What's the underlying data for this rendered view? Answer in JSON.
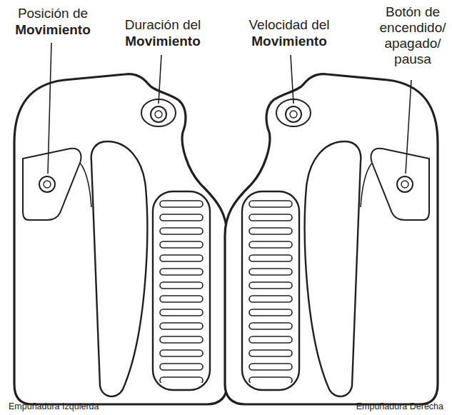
{
  "diagram": {
    "labels": [
      "Posición de",
      "Movimiento",
      "Duración del",
      "Movimiento",
      "Velocidad del",
      "Movimiento",
      "Botón de encendido/ apagado/ pausa",
      "Empuñadura Izquierda",
      "Empuñadura Derecha"
    ]
  }
}
